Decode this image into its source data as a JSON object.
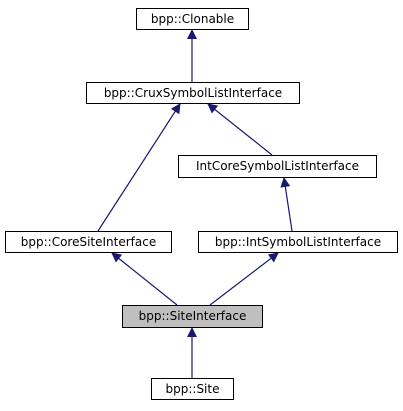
{
  "diagram": {
    "nodes": {
      "clonable": "bpp::Clonable",
      "crux": "bpp::CruxSymbolListInterface",
      "intcore": "IntCoreSymbolListInterface",
      "coresite": "bpp::CoreSiteInterface",
      "intsymbol": "bpp::IntSymbolListInterface",
      "siteinterface": "bpp::SiteInterface",
      "site": "bpp::Site"
    },
    "edges": [
      {
        "from": "crux",
        "to": "clonable"
      },
      {
        "from": "coresite",
        "to": "crux"
      },
      {
        "from": "intcore",
        "to": "crux"
      },
      {
        "from": "intsymbol",
        "to": "intcore"
      },
      {
        "from": "siteinterface",
        "to": "coresite"
      },
      {
        "from": "siteinterface",
        "to": "intsymbol"
      },
      {
        "from": "site",
        "to": "siteinterface"
      }
    ],
    "colors": {
      "edge": "#191970",
      "node_border": "#000000",
      "highlight_fill": "#bfbfbf"
    }
  }
}
